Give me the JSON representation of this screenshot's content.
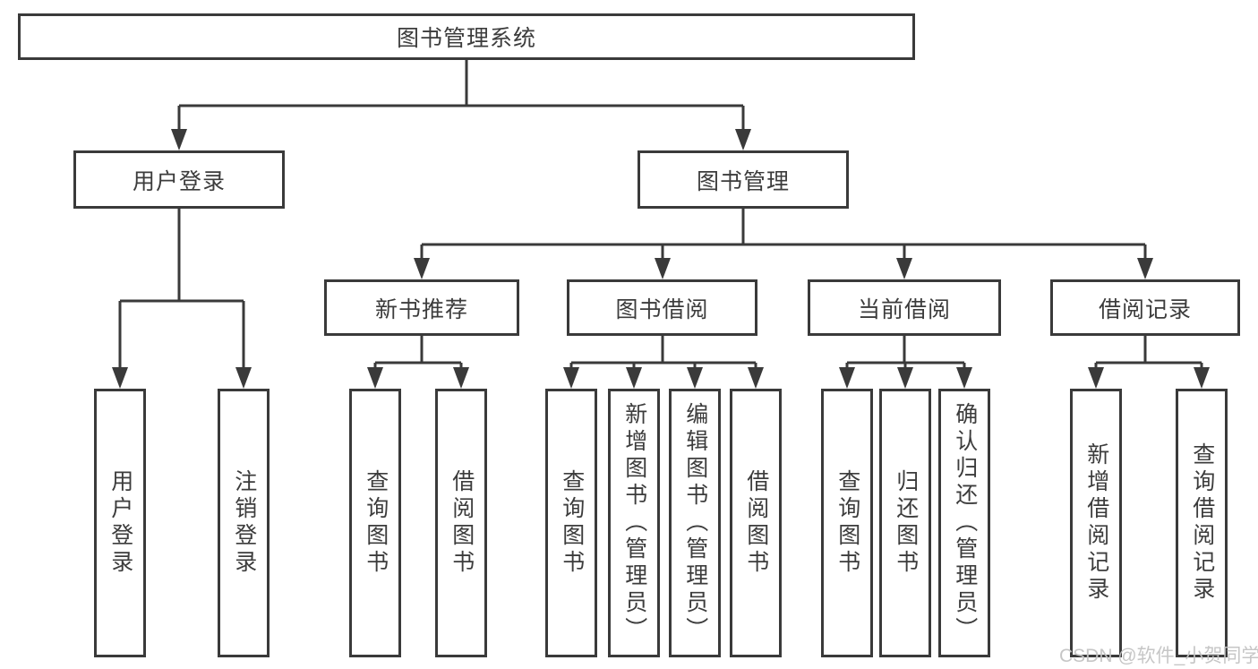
{
  "diagram": {
    "title": "图书管理系统",
    "type": "hierarchy-tree",
    "colors": {
      "line": "#3a3a3a",
      "box_border": "#3a3a3a",
      "box_fill": "#ffffff",
      "text": "#3c3c3c",
      "watermark_text": "#c4c4c4"
    },
    "tree": {
      "label": "图书管理系统",
      "children": [
        {
          "label": "用户登录",
          "children": [
            {
              "label": "用户登录"
            },
            {
              "label": "注销登录"
            }
          ]
        },
        {
          "label": "图书管理",
          "children": [
            {
              "label": "新书推荐",
              "children": [
                {
                  "label": "查询图书"
                },
                {
                  "label": "借阅图书"
                }
              ]
            },
            {
              "label": "图书借阅",
              "children": [
                {
                  "label": "查询图书"
                },
                {
                  "label": "新增图书（管理员）"
                },
                {
                  "label": "编辑图书（管理员）"
                },
                {
                  "label": "借阅图书"
                }
              ]
            },
            {
              "label": "当前借阅",
              "children": [
                {
                  "label": "查询图书"
                },
                {
                  "label": "归还图书"
                },
                {
                  "label": "确认归还（管理员）"
                }
              ]
            },
            {
              "label": "借阅记录",
              "children": [
                {
                  "label": "新增借阅记录"
                },
                {
                  "label": "查询借阅记录"
                }
              ]
            }
          ]
        }
      ]
    },
    "watermark": "CSDN @软件_小贺同学"
  }
}
